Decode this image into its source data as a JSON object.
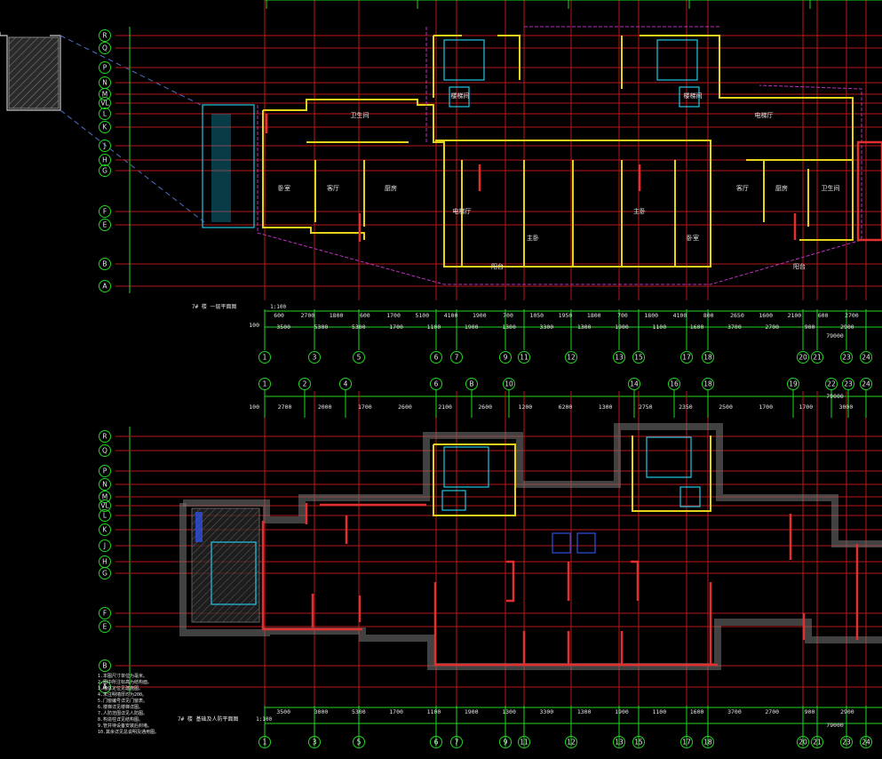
{
  "row_axes": [
    "R",
    "Q",
    "P",
    "N",
    "M",
    "VL",
    "L",
    "K",
    "J",
    "H",
    "G",
    "F",
    "E",
    "B",
    "A"
  ],
  "col_axes_bottom": [
    "1",
    "3",
    "5",
    "6",
    "7",
    "9",
    "11",
    "12",
    "13",
    "15",
    "17",
    "18",
    "20",
    "21",
    "23",
    "24"
  ],
  "col_axes_top2": [
    "1",
    "2",
    "4",
    "6",
    "B",
    "10",
    "14",
    "16",
    "18",
    "19",
    "22",
    "23",
    "24"
  ],
  "dims_upper_row1": [
    "600",
    "2700",
    "1800",
    "600",
    "1700",
    "5100",
    "4100",
    "1900",
    "700",
    "1050",
    "1950",
    "1800",
    "700",
    "1800",
    "4100",
    "800",
    "2650",
    "1600",
    "2100",
    "600",
    "2700"
  ],
  "dims_upper_row2": [
    "3500",
    "5300",
    "5300",
    "1700",
    "1100",
    "1900",
    "1300",
    "3300",
    "1300",
    "1900",
    "1100",
    "1600",
    "3700",
    "2700",
    "900",
    "2900"
  ],
  "dims_lower_row1": [
    "2700",
    "2000",
    "1700",
    "2600",
    "2100",
    "2600",
    "1200",
    "6200",
    "1300",
    "2750",
    "2350",
    "2500",
    "1700",
    "1700",
    "3000"
  ],
  "dims_lower_row2": [
    "3500",
    "3000",
    "5300",
    "1700",
    "1100",
    "1900",
    "1300",
    "3300",
    "1300",
    "1900",
    "1100",
    "1600",
    "3700",
    "2700",
    "900",
    "2900"
  ],
  "total_dim": "79000",
  "left_dim": "100",
  "upper_title": "7# 楼 一层平面图",
  "upper_scale": "1:100",
  "lower_title": "7# 楼 基础及人防平面图",
  "lower_scale": "1:100",
  "rooms": [
    "卧室",
    "客厅",
    "厨房",
    "卫生间",
    "电梯厅",
    "楼梯间",
    "阳台",
    "主卧"
  ],
  "notes": [
    "1.本图尺寸单位为毫米。",
    "2.图中所注标高为结构面。",
    "3.墙体定位见建施图。",
    "4.未注明墙厚均为200。",
    "5.门窗编号详见门窗表。",
    "6.楼梯详见楼梯详图。",
    "7.人防范围详见人防图。",
    "8.构造柱详见结构图。",
    "9.管井待设备安装后封堵。",
    "10.其余详见总说明及通用图。"
  ],
  "colors": {
    "grid": "#b81818",
    "axis": "#22d622",
    "wall_upper": "#e6d21a",
    "wall_lower": "#e23030",
    "dash": "#c030c0",
    "cyan": "#22c8e6"
  }
}
